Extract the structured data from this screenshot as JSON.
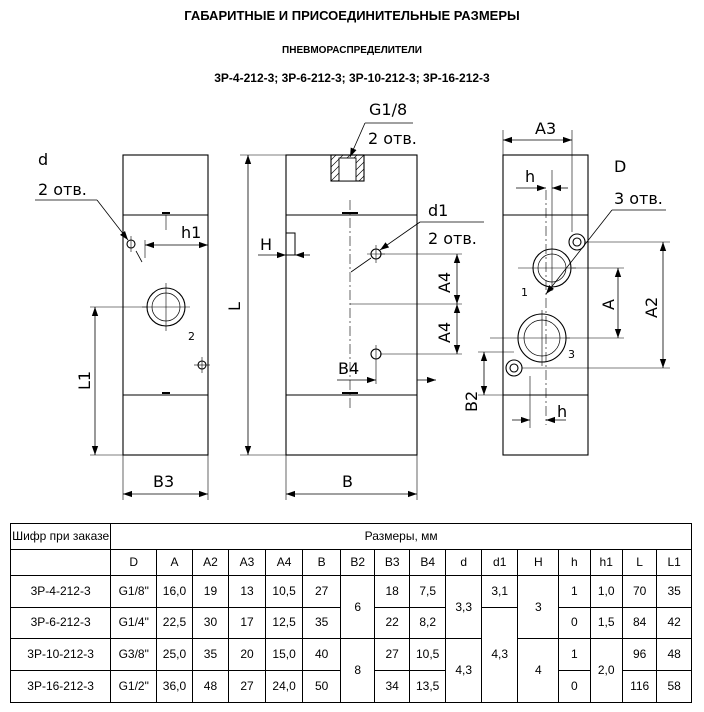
{
  "header": {
    "title": "ГАБАРИТНЫЕ И ПРИСОЕДИНИТЕЛЬНЫЕ РАЗМЕРЫ",
    "subtitle": "ПНЕВМОРАСПРЕДЕЛИТЕЛИ",
    "models": "3Р-4-212-3; 3Р-6-212-3; 3Р-10-212-3; 3Р-16-212-3"
  },
  "drawing": {
    "left": {
      "d": "d",
      "d_count": "2 отв.",
      "h1": "h1",
      "L1": "L1",
      "B3": "B3",
      "port2": "2"
    },
    "middle": {
      "G": "G1/8",
      "G_count": "2 отв.",
      "d1": "d1",
      "d1_count": "2 отв.",
      "H": "H",
      "L": "L",
      "A4a": "A4",
      "A4b": "A4",
      "B4": "B4",
      "B": "B"
    },
    "right": {
      "A3": "A3",
      "h_top": "h",
      "D": "D",
      "D_count": "3 отв.",
      "A": "A",
      "A2": "A2",
      "B2": "B2",
      "h_bottom": "h",
      "port1": "1",
      "port3": "3"
    }
  },
  "table": {
    "col_header": "Шифр при заказе",
    "group_header": "Размеры, мм",
    "columns": [
      "D",
      "A",
      "A2",
      "A3",
      "A4",
      "B",
      "B2",
      "B3",
      "B4",
      "d",
      "d1",
      "H",
      "h",
      "h1",
      "L",
      "L1"
    ],
    "rows": [
      {
        "code": "3Р-4-212-3",
        "D": "G1/8\"",
        "A": "16,0",
        "A2": "19",
        "A3": "13",
        "A4": "10,5",
        "B": "27",
        "B3": "18",
        "B4": "7,5",
        "h": "1",
        "L": "70",
        "L1": "35"
      },
      {
        "code": "3Р-6-212-3",
        "D": "G1/4\"",
        "A": "22,5",
        "A2": "30",
        "A3": "17",
        "A4": "12,5",
        "B": "35",
        "B3": "22",
        "B4": "8,2",
        "h": "0",
        "h1": "1,5",
        "L": "84",
        "L1": "42"
      },
      {
        "code": "3Р-10-212-3",
        "D": "G3/8\"",
        "A": "25,0",
        "A2": "35",
        "A3": "20",
        "A4": "15,0",
        "B": "40",
        "B3": "27",
        "B4": "10,5",
        "h": "1",
        "L": "96",
        "L1": "48"
      },
      {
        "code": "3Р-16-212-3",
        "D": "G1/2\"",
        "A": "36,0",
        "A2": "48",
        "A3": "27",
        "A4": "24,0",
        "B": "50",
        "B3": "34",
        "B4": "13,5",
        "h": "0",
        "L": "116",
        "L1": "58"
      }
    ],
    "merged": {
      "B2_a": "6",
      "B2_b": "8",
      "d_a": "3,3",
      "d_b": "4,3",
      "d1_a": "3,1",
      "d1_b": "4,3",
      "H_a": "3",
      "H_b": "4",
      "h1_a": "1,0",
      "h1_b": "2,0"
    }
  }
}
